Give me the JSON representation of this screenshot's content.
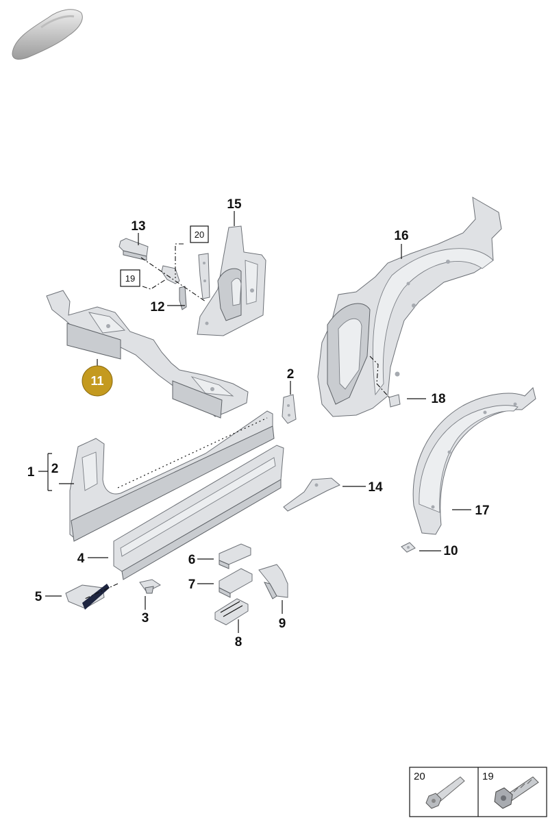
{
  "labels": {
    "l1": "1",
    "l2a": "2",
    "l2b": "2",
    "l3": "3",
    "l4": "4",
    "l5": "5",
    "l6": "6",
    "l7": "7",
    "l8": "8",
    "l9": "9",
    "l10": "10",
    "l11": "11",
    "l12": "12",
    "l13": "13",
    "l14": "14",
    "l15": "15",
    "l16": "16",
    "l17": "17",
    "l18": "18",
    "l19": "19",
    "l20": "20"
  },
  "key": {
    "left": "20",
    "right": "19"
  },
  "selected": "11",
  "colors": {
    "highlight": "#c49a1f",
    "part": "#dfe1e4"
  },
  "icons": [
    "car-thumbnail-icon",
    "bolt-icon",
    "screw-icon"
  ]
}
